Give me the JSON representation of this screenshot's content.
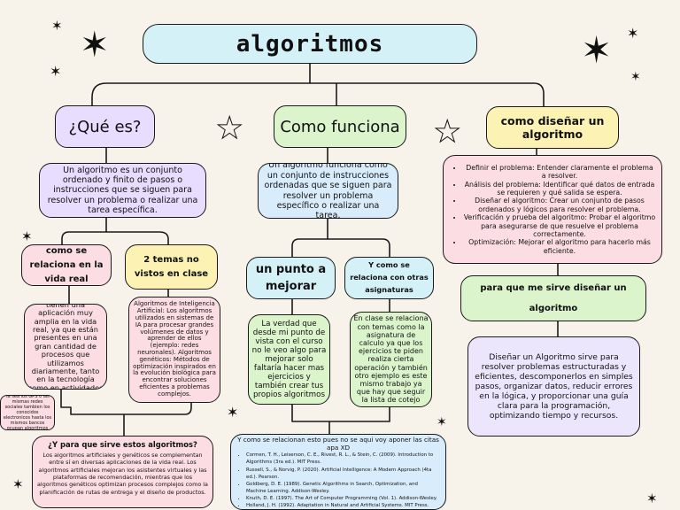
{
  "title": "algoritmos",
  "que_es": {
    "heading": "¿Qué es?",
    "definition": "Un algoritmo es un conjunto ordenado y finito de pasos o instrucciones que se siguen para resolver un problema o realizar una tarea específica.",
    "vida_real_heading": "como se relaciona en la vida real",
    "vida_real_text": "Los algoritmos tienen una aplicación muy amplia en la vida real, ya que están presentes en una gran cantidad de procesos que utilizamos diariamente, tanto en la tecnología como en actividades cotidianas.",
    "ejemplos_note": "Ya sea los GPS o las mismas redes sociales tambien los conocidos electronicos hasta los mismos bancos ocupan algoritmos",
    "temas_heading": "2 temas no vistos en clase",
    "temas_text": "Algoritmos de Inteligencia Artificial: Los algoritmos utilizados en sistemas de IA para procesar grandes volúmenes de datos y aprender de ellos (ejemplo: redes neuronales). Algoritmos genéticos: Métodos de optimización inspirados en la evolución biológica para encontrar soluciones eficientes a problemas complejos.",
    "para_que_heading": "¿Y para que sirve estos  algoritmos?",
    "para_que_text": "Los algoritmos artificiales y genéticos se complementan entre sí en diversas aplicaciones de la vida real. Los algoritmos artificiales mejoran los asistentes virtuales y las plataformas de recomendación, mientras que los algoritmos genéticos optimizan procesos complejos como la planificación de rutas de entrega y el diseño de productos."
  },
  "como_funciona": {
    "heading": "Como funciona",
    "definition": "Un algoritmo funciona como un conjunto de instrucciones ordenadas que se siguen para resolver un problema específico o realizar una tarea.",
    "punto_heading": "un punto a mejorar",
    "punto_text": "La verdad que desde mi punto de vista con el curso no le veo algo para mejorar solo faltaría hacer mas ejercicios y también crear tus propios algoritmos",
    "asignaturas_heading": "Y como se relaciona con otras asignaturas",
    "asignaturas_text": "En clase se relaciona con temas como la asignatura de calculo ya que los ejercicios te piden realiza cierta operación y también otro ejemplo es este mismo trabajo ya que hay que seguir la lista de cotejo",
    "refs_heading": "Y como se relacionan esto pues no se aqui voy aponer las citas apa XD",
    "refs": [
      "Cormen, T. H., Leiserson, C. E., Rivest, R. L., & Stein, C. (2009). Introduction to Algorithms (3ra ed.). MIT Press.",
      "Russell, S., & Norvig, P. (2020). Artificial Intelligence: A Modern Approach (4ta ed.). Pearson.",
      "Goldberg, D. E. (1989). Genetic Algorithms in Search, Optimization, and Machine Learning. Addison-Wesley.",
      "Knuth, D. E. (1997). The Art of Computer Programming (Vol. 1). Addison-Wesley.",
      "Holland, J. H. (1992). Adaptation in Natural and Artificial Systems. MIT Press."
    ]
  },
  "disenar": {
    "heading": "como diseñar un algoritmo",
    "steps": [
      "Definir el problema: Entender claramente el problema a resolver.",
      "Análisis del problema: Identificar qué datos de entrada se requieren y qué salida se espera.",
      "Diseñar el algoritmo: Crear un conjunto de pasos ordenados y lógicos para resolver el problema.",
      "Verificación y prueba del algoritmo: Probar el algoritmo para asegurarse de que resuelve el problema correctamente.",
      "Optimización: Mejorar el algoritmo para hacerlo más eficiente."
    ],
    "sirve_heading": "para que me sirve diseñar un algoritmo",
    "sirve_text": "Diseñar un Algoritmo sirve  para resolver problemas estructuradas y eficientes, descomponerlos en simples pasos, organizar datos, reducir errores en la lógica, y proporcionar una guía clara para la programación, optimizando tiempo y recursos."
  },
  "colors": {
    "title_bg": "#d4f1f7",
    "purple": "#e8dcff",
    "green": "#dbf4cb",
    "yellow": "#fbf2b4",
    "pink": "#fcdde4",
    "blue": "#d9ecfb",
    "lavender": "#ece6fd"
  }
}
